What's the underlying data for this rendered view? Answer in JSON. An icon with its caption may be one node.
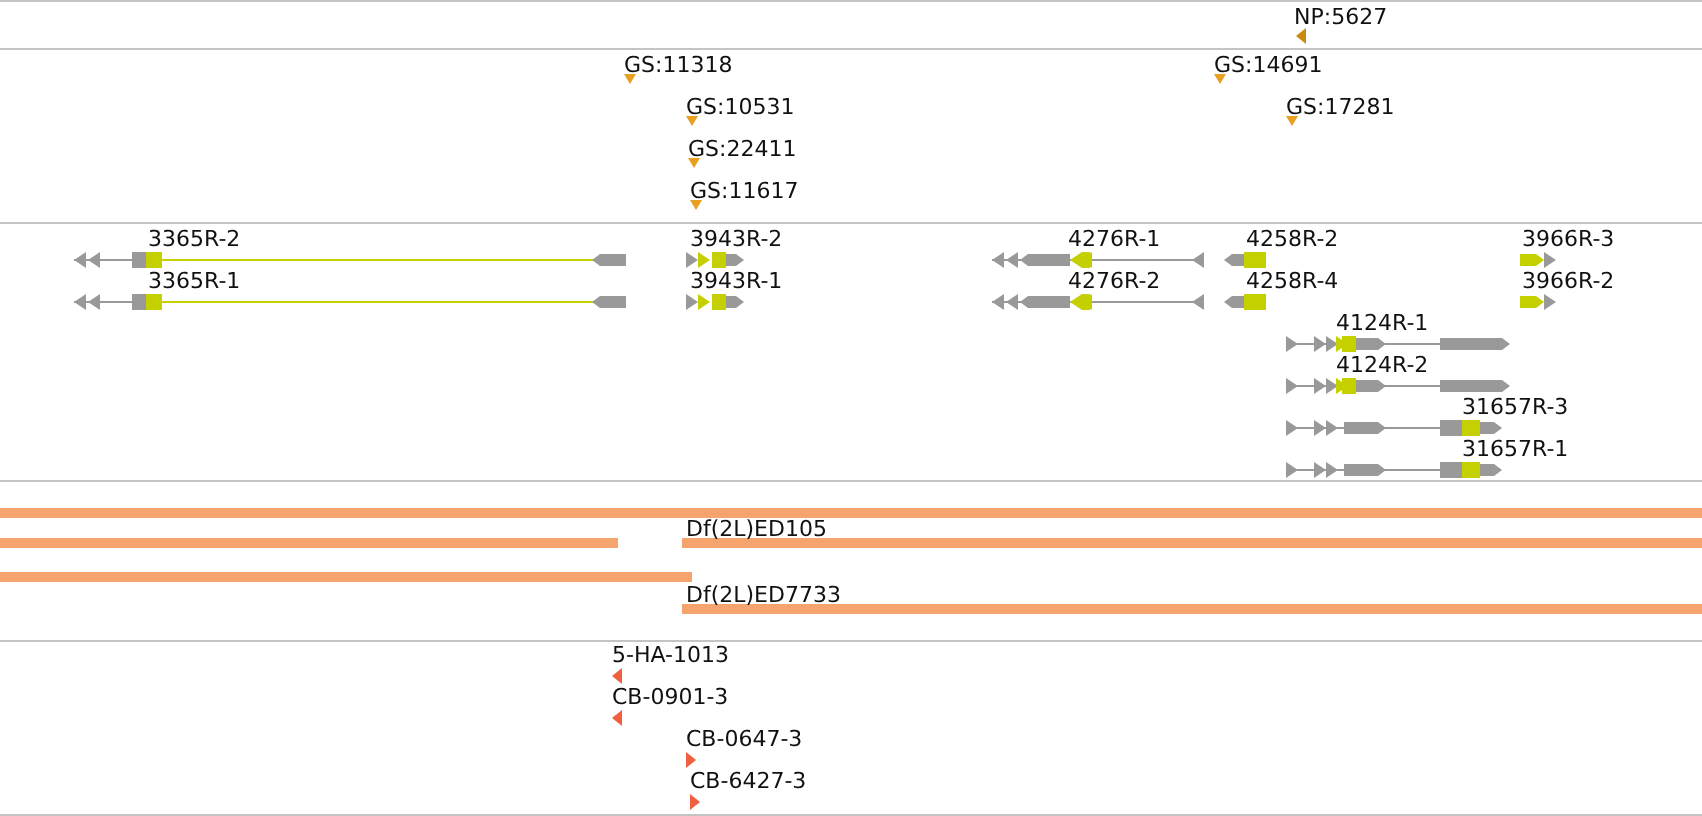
{
  "diagram": {
    "labels": [
      "NP:5627",
      "GS:11318",
      "GS:14691",
      "GS:10531",
      "GS:17281",
      "GS:22411",
      "GS:11617",
      "3365R-2",
      "3943R-2",
      "4276R-1",
      "4258R-2",
      "3966R-3",
      "3365R-1",
      "3943R-1",
      "4276R-2",
      "4258R-4",
      "3966R-2",
      "4124R-1",
      "4124R-2",
      "31657R-3",
      "31657R-1",
      "Df(2L)ED105",
      "Df(2L)ED7733",
      "5-HA-1013",
      "CB-0901-3",
      "CB-0647-3",
      "CB-6427-3"
    ]
  }
}
